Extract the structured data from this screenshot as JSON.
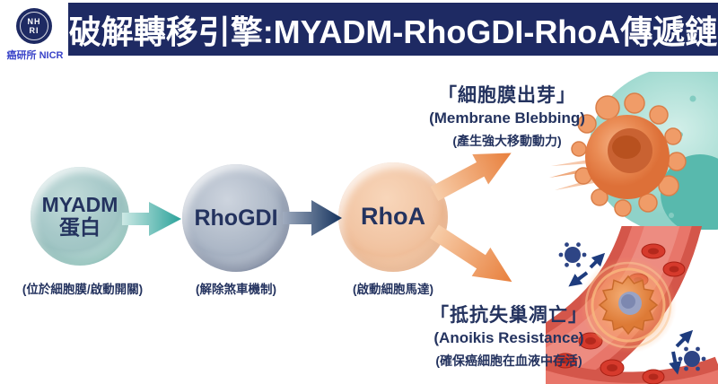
{
  "header": {
    "seal_line1": "NH",
    "seal_line2": "RI",
    "logo_label": "癌研所 NICR",
    "title": "破解轉移引擎:MYADM-RhoGDI-RhoA傳遞鏈"
  },
  "pathway": {
    "myadm": {
      "name": "MYADM",
      "subname": "蛋白",
      "caption": "(位於細胞膜/啟動開關)"
    },
    "rhogdi": {
      "name": "RhoGDI",
      "caption": "(解除煞車機制)"
    },
    "rhoa": {
      "name": "RhoA",
      "caption": "(啟動細胞馬達)"
    }
  },
  "outcomes": {
    "blebbing": {
      "title": "「細胞膜出芽」",
      "subtitle": "(Membrane Blebbing)",
      "caption": "(產生強大移動動力)"
    },
    "anoikis": {
      "title": "「抵抗失巢凋亡」",
      "subtitle": "(Anoikis Resistance)",
      "caption": "(確保癌細胞在血液中存活)"
    }
  },
  "icons": {
    "nhri_seal": "institution-seal",
    "teal_arrow": "arrow-right",
    "navy_arrow": "arrow-right",
    "orange_arrow_up": "arrow-up-right",
    "orange_arrow_down": "arrow-down-right",
    "blebbing_illustration": "cancer-cell-membrane-blebbing",
    "vessel_illustration": "cancer-cell-surviving-in-blood-vessel"
  },
  "colors": {
    "header_navy": "#1e2a63",
    "text_navy": "#24335f",
    "logo_blue": "#3943c8",
    "myadm_teal": "#8fccc3",
    "rhogdi_gray": "#9facbf",
    "rhoa_orange": "#f2c5a4",
    "arrow_teal": "#2aa29a",
    "arrow_navy": "#15335e",
    "arrow_orange": "#e87f3c",
    "vessel_red": "#d4564a",
    "immune_navy": "#2e4585"
  }
}
